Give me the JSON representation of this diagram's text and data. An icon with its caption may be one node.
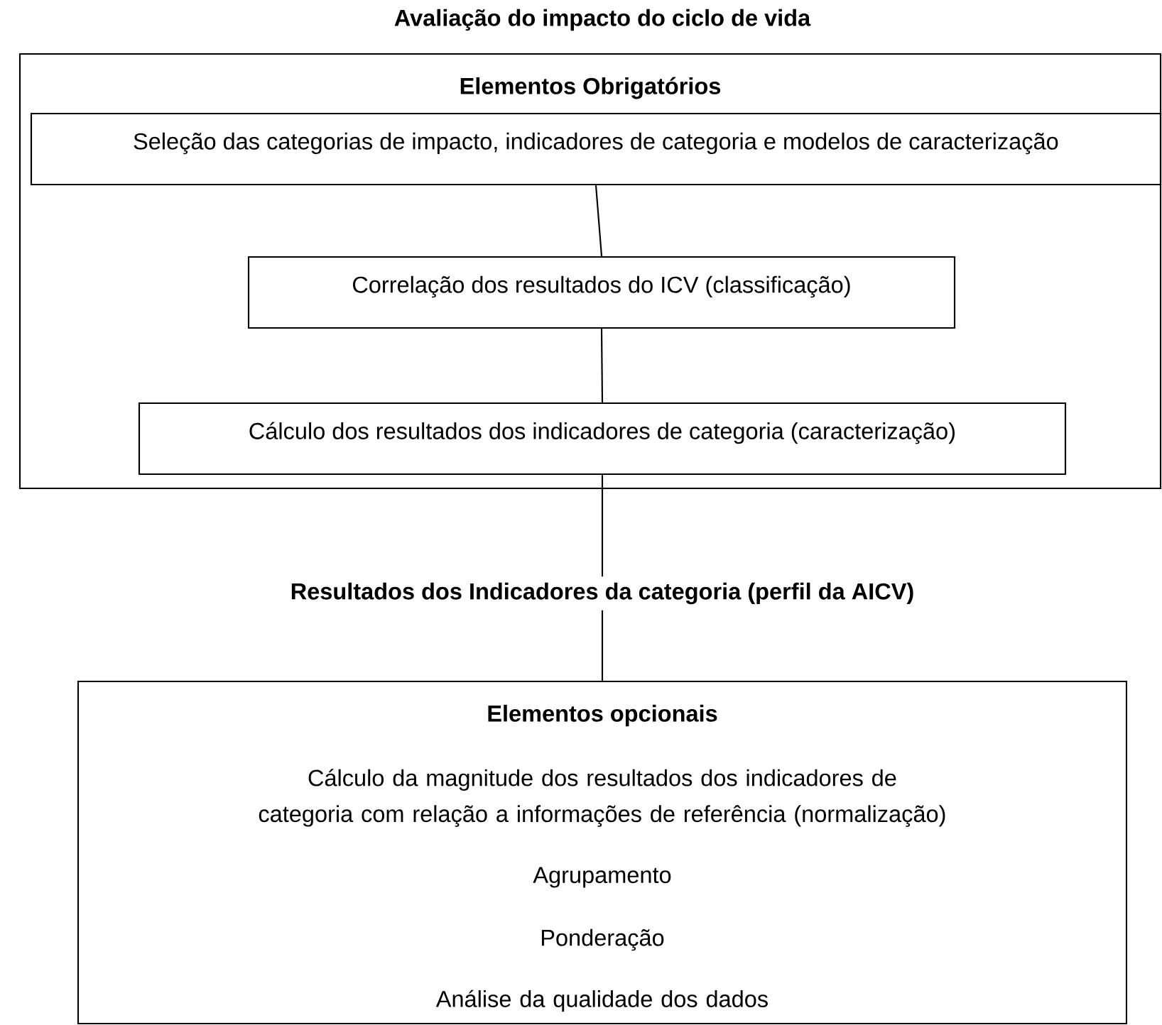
{
  "diagram": {
    "title": "Avaliação do impacto do ciclo de vida",
    "nodes": [
      {
        "text": [
          "Elementos Obrigatórios"
        ]
      },
      {
        "text": [
          "Seleção das categorias de impacto, indicadores de categoria e modelos de caracterização"
        ],
        "in": 0
      },
      {
        "text": [
          "Correlação dos resultados do ICV (classificação)"
        ],
        "in": 0
      },
      {
        "text": [
          "Cálculo dos resultados dos indicadores de categoria (caracterização)"
        ],
        "in": 0
      },
      {
        "text": [
          "Resultados dos Indicadores da categoria (perfil da AICV)"
        ]
      },
      {
        "text": [
          "Elementos opcionais",
          "Cálculo da magnitude dos resultados dos indicadores de categoria com relação a informações de referência (normalização)",
          "Agrupamento",
          "Ponderação",
          "Análise da qualidade dos dados"
        ]
      }
    ],
    "edges": [
      {
        "from": 1,
        "to": 2,
        "arrow": "none"
      },
      {
        "from": 2,
        "to": 3,
        "arrow": "none"
      },
      {
        "from": 3,
        "to": 4,
        "arrow": "none"
      },
      {
        "from": 4,
        "to": 5,
        "arrow": "none"
      }
    ]
  }
}
